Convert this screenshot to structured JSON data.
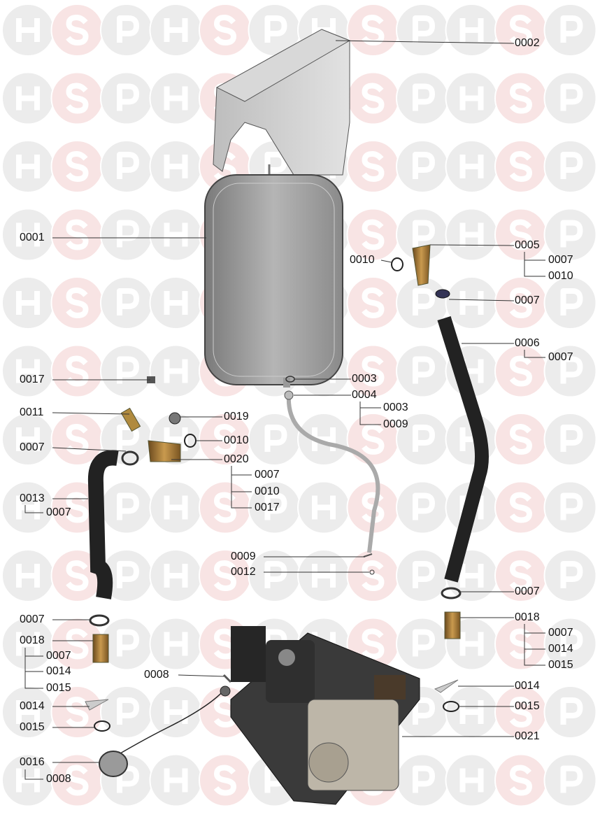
{
  "watermark": {
    "letters": [
      "H",
      "S",
      "P"
    ],
    "colors": {
      "gray": "#ececec",
      "pink": "#f8e4e4"
    }
  },
  "labels": {
    "p0002": "0002",
    "p0001": "0001",
    "p0010a": "0010",
    "p0005": "0005",
    "p0005_sub1": "0007",
    "p0005_sub2": "0010",
    "p0007a": "0007",
    "p0006": "0006",
    "p0006_sub1": "0007",
    "p0017": "0017",
    "p0003": "0003",
    "p0004": "0004",
    "p0004_sub1": "0003",
    "p0004_sub2": "0009",
    "p0011": "0011",
    "p0019": "0019",
    "p0007b": "0007",
    "p0010b": "0010",
    "p0020": "0020",
    "p0020_sub1": "0007",
    "p0020_sub2": "0010",
    "p0020_sub3": "0017",
    "p0013": "0013",
    "p0013_sub1": "0007",
    "p0009": "0009",
    "p0012": "0012",
    "p0007c": "0007",
    "p0018a": "0018",
    "p0018a_sub1": "0007",
    "p0018a_sub2": "0014",
    "p0018a_sub3": "0015",
    "p0007d": "0007",
    "p0018b": "0018",
    "p0018b_sub1": "0007",
    "p0018b_sub2": "0014",
    "p0018b_sub3": "0015",
    "p0008": "0008",
    "p0014a": "0014",
    "p0015a": "0015",
    "p0021": "0021",
    "p0014b": "0014",
    "p0015b": "0015",
    "p0016": "0016",
    "p0016_sub1": "0008"
  }
}
